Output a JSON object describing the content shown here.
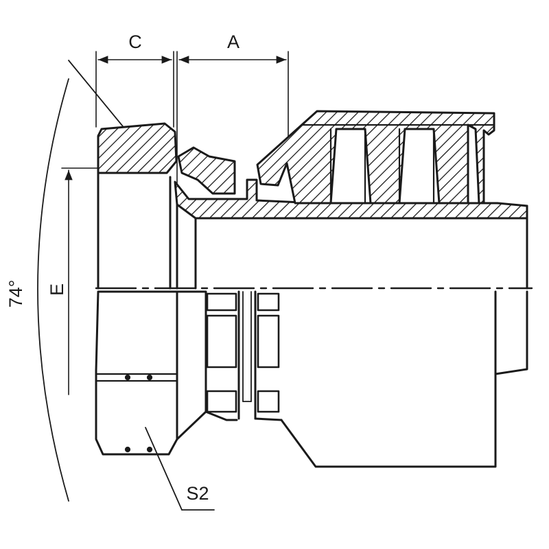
{
  "drawing": {
    "labels": {
      "c": "C",
      "a": "A",
      "e": "E",
      "angle": "74°",
      "s2": "S2"
    }
  },
  "colors": {
    "ink": "#1a1a1a",
    "background": "#ffffff"
  }
}
